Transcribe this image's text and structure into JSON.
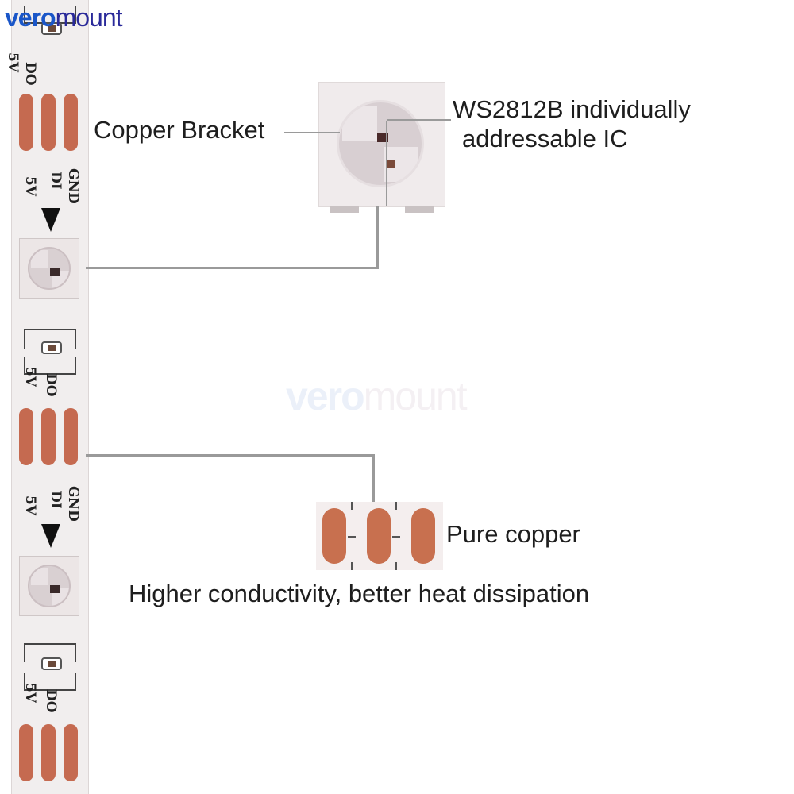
{
  "brand": {
    "logo_part1": "vero",
    "logo_part2": "mount"
  },
  "watermark": {
    "part1": "vero",
    "part2": "mount"
  },
  "strip_silkscreen": {
    "gnd": "GND",
    "di": "DI",
    "do": "DO",
    "v5": "5V"
  },
  "callouts": {
    "copper_bracket": "Copper Bracket",
    "ic_line1": "WS2812B individually",
    "ic_line2": "addressable IC",
    "pure_copper": "Pure copper",
    "conductivity": "Higher conductivity, better heat dissipation"
  },
  "colors": {
    "copper": "#c56a50",
    "strip": "#f1eeee",
    "logo_blue": "#1a56c8",
    "leader_line": "#9a9a9a"
  }
}
